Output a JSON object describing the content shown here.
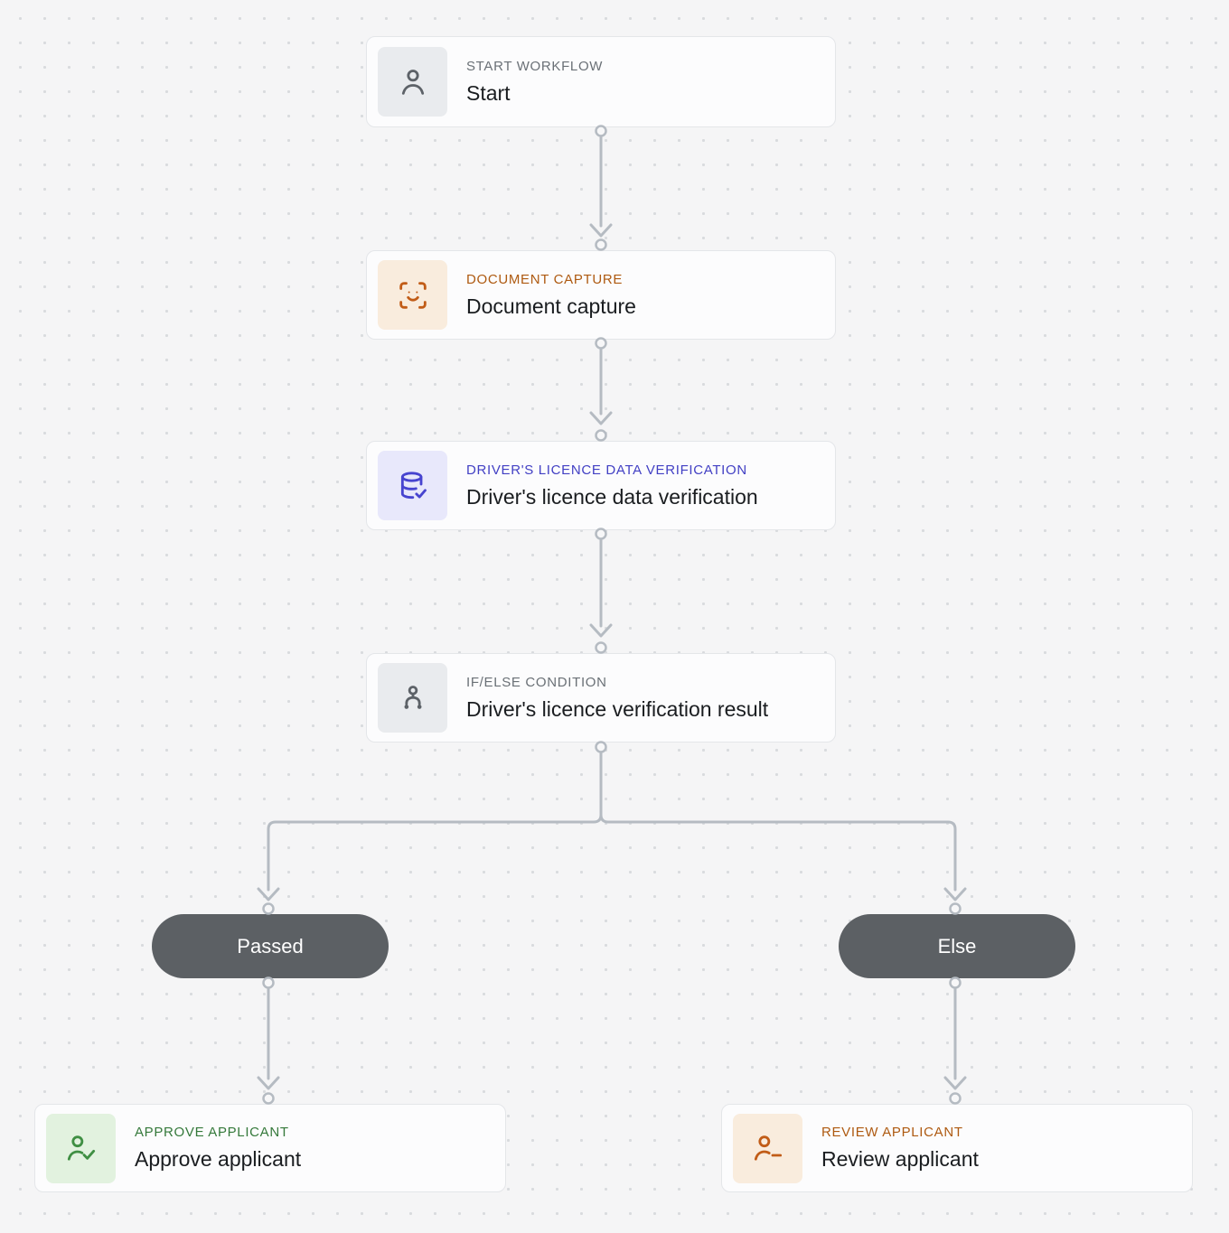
{
  "canvas": {
    "background": "#f5f5f6",
    "dot_color": "#d9dbde",
    "connector_color": "#b5bbc2"
  },
  "nodes": {
    "start": {
      "category": "START WORKFLOW",
      "title": "Start",
      "icon": "person-icon",
      "accent": "#6a7076",
      "tile_bg": "#e9ebee"
    },
    "document_capture": {
      "category": "DOCUMENT CAPTURE",
      "title": "Document capture",
      "icon": "face-scan-icon",
      "accent": "#ae5a11",
      "tile_bg": "#f9ecdd"
    },
    "licence_verification": {
      "category": "DRIVER'S LICENCE DATA VERIFICATION",
      "title": "Driver's licence data verification",
      "icon": "database-check-icon",
      "accent": "#4240c4",
      "tile_bg": "#e8e8fb"
    },
    "if_else": {
      "category": "IF/ELSE CONDITION",
      "title": "Driver's licence verification result",
      "icon": "branch-condition-icon",
      "accent": "#6a7076",
      "tile_bg": "#e9ebee"
    },
    "approve": {
      "category": "APPROVE APPLICANT",
      "title": "Approve applicant",
      "icon": "person-check-icon",
      "accent": "#35793b",
      "tile_bg": "#e2f2df"
    },
    "review": {
      "category": "REVIEW APPLICANT",
      "title": "Review applicant",
      "icon": "person-dash-icon",
      "accent": "#a2551a",
      "tile_bg": "#f9ecdd"
    }
  },
  "branches": {
    "passed": "Passed",
    "else": "Else"
  },
  "branch_pill": {
    "background": "#5c6064",
    "text_color": "#ffffff"
  }
}
